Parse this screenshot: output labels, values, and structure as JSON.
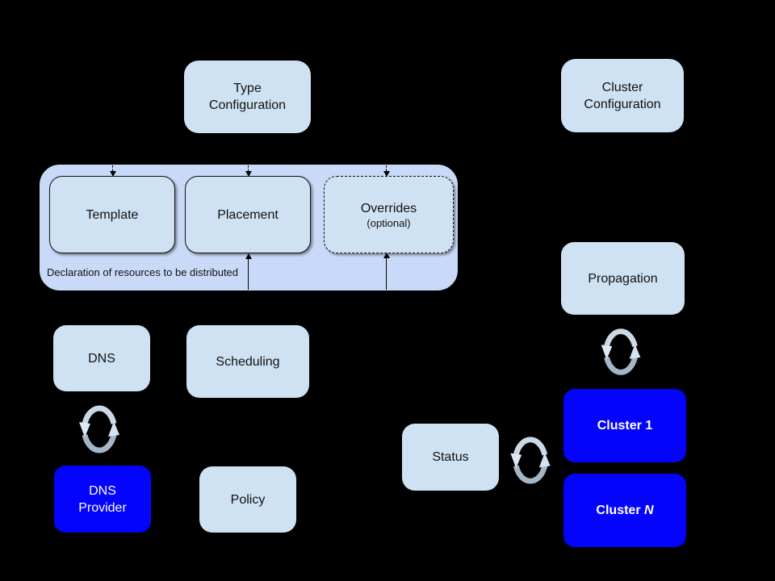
{
  "diagram": {
    "background": "#000000",
    "colors": {
      "container_fill": "#c9daf8",
      "box_fill": "#cfe2f3",
      "highlight_fill": "#0404fd",
      "text_dark": "#111111",
      "text_light": "#ffffff"
    },
    "icons": {
      "sync": "sync-arrows-icon",
      "arrow_down": "arrow-down-icon",
      "arrow_up": "arrow-up-icon"
    },
    "nodes": {
      "type_config": {
        "line1": "Type",
        "line2": "Configuration"
      },
      "cluster_config": {
        "line1": "Cluster",
        "line2": "Configuration"
      },
      "template": {
        "label": "Template"
      },
      "placement": {
        "label": "Placement"
      },
      "overrides": {
        "label": "Overrides",
        "sublabel": "(optional)"
      },
      "dns": {
        "label": "DNS"
      },
      "scheduling": {
        "label": "Scheduling"
      },
      "dns_provider": {
        "line1": "DNS",
        "line2": "Provider"
      },
      "policy": {
        "label": "Policy"
      },
      "propagation": {
        "label": "Propagation"
      },
      "status": {
        "label": "Status"
      },
      "cluster_1": {
        "prefix": "Cluster ",
        "suffix": "1"
      },
      "cluster_n": {
        "prefix": "Cluster ",
        "suffix": "N"
      }
    },
    "container_caption": "Declaration of resources to be distributed"
  }
}
